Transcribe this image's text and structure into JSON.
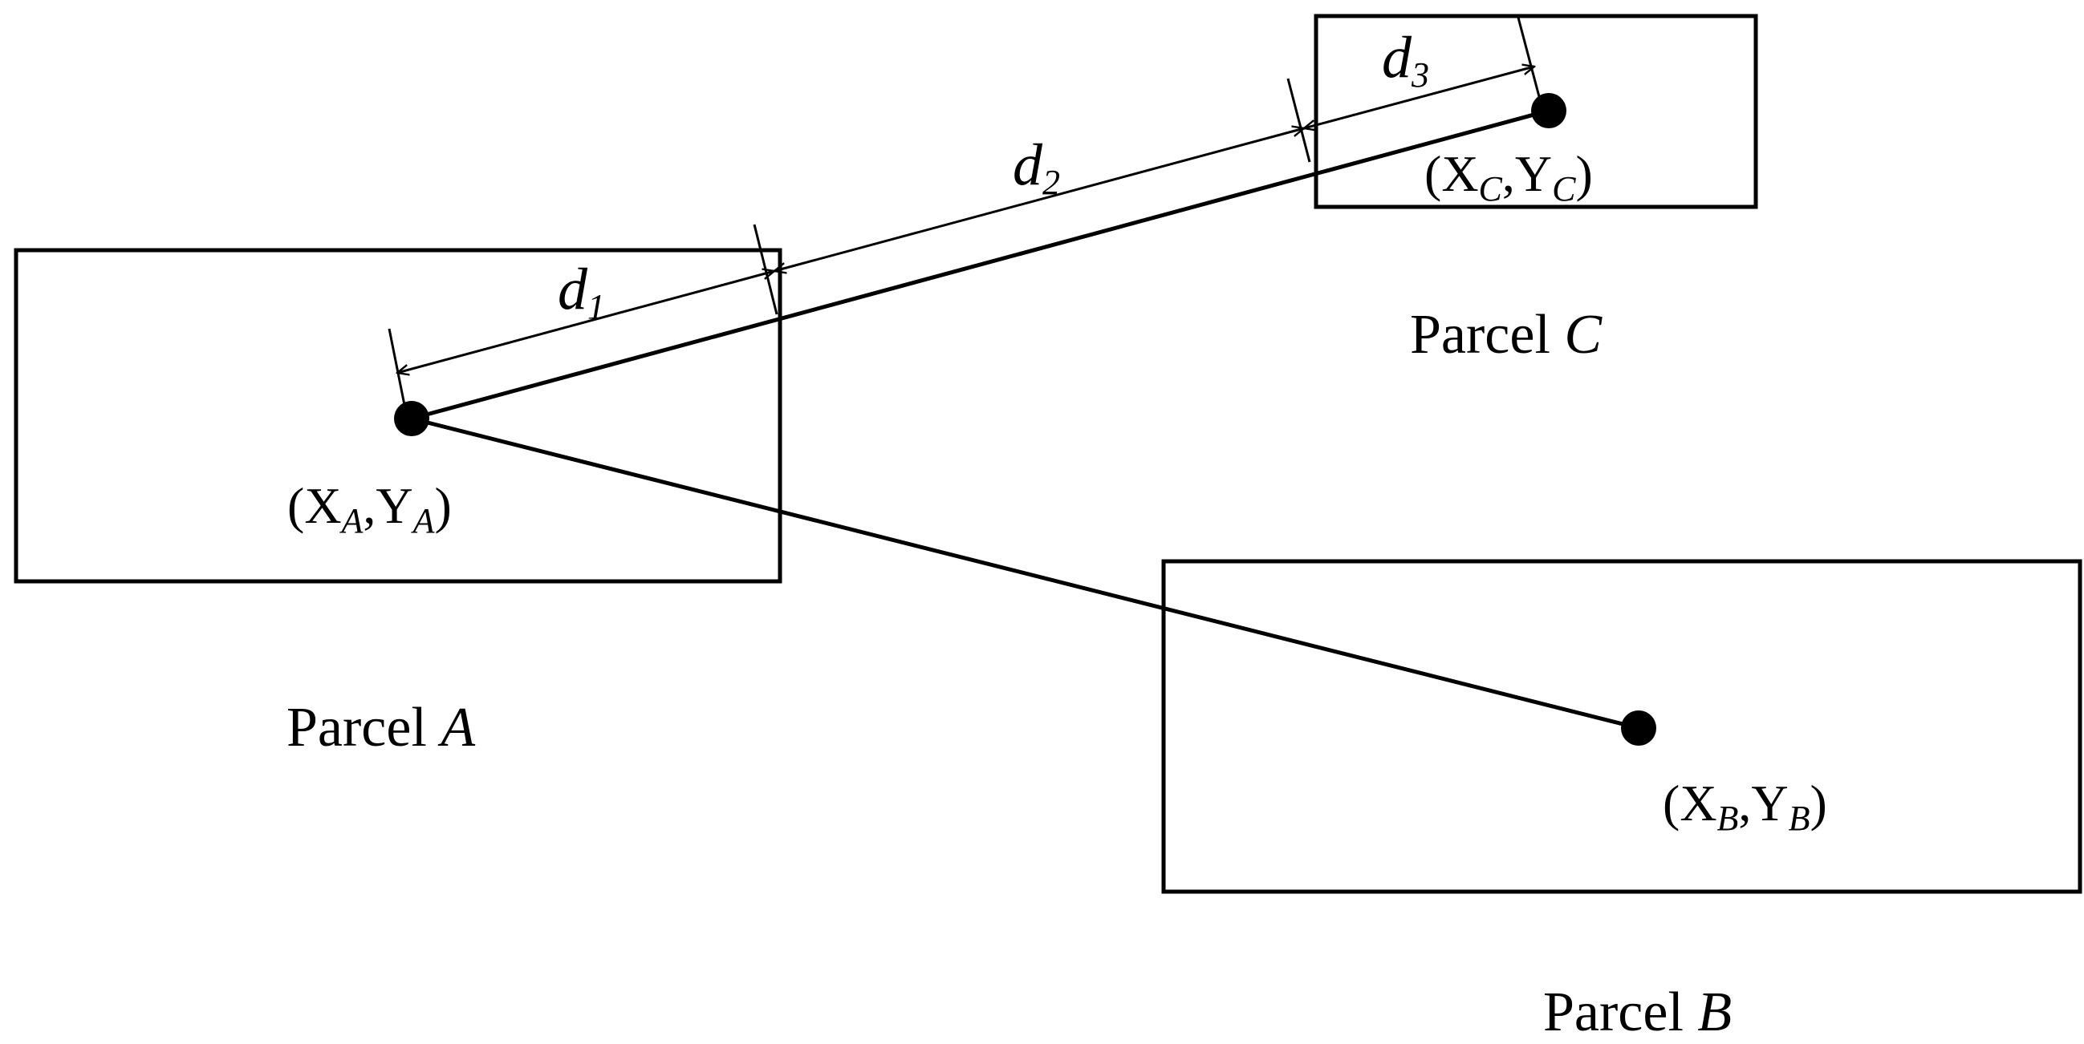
{
  "colors": {
    "stroke": "#000000",
    "background": "#ffffff"
  },
  "parcels": {
    "a": {
      "label_prefix": "Parcel ",
      "label_letter": "A",
      "point": {
        "open": "(X",
        "sub1": "A",
        "mid": ",Y",
        "sub2": "A",
        "close": ")"
      }
    },
    "b": {
      "label_prefix": "Parcel ",
      "label_letter": "B",
      "point": {
        "open": "(X",
        "sub1": "B",
        "mid": ",Y",
        "sub2": "B",
        "close": ")"
      }
    },
    "c": {
      "label_prefix": "Parcel ",
      "label_letter": "C",
      "point": {
        "open": "(X",
        "sub1": "C",
        "mid": ",Y",
        "sub2": "C",
        "close": ")"
      }
    }
  },
  "distances": {
    "d1": {
      "symbol": "d",
      "sub": "1"
    },
    "d2": {
      "symbol": "d",
      "sub": "2"
    },
    "d3": {
      "symbol": "d",
      "sub": "3"
    }
  }
}
